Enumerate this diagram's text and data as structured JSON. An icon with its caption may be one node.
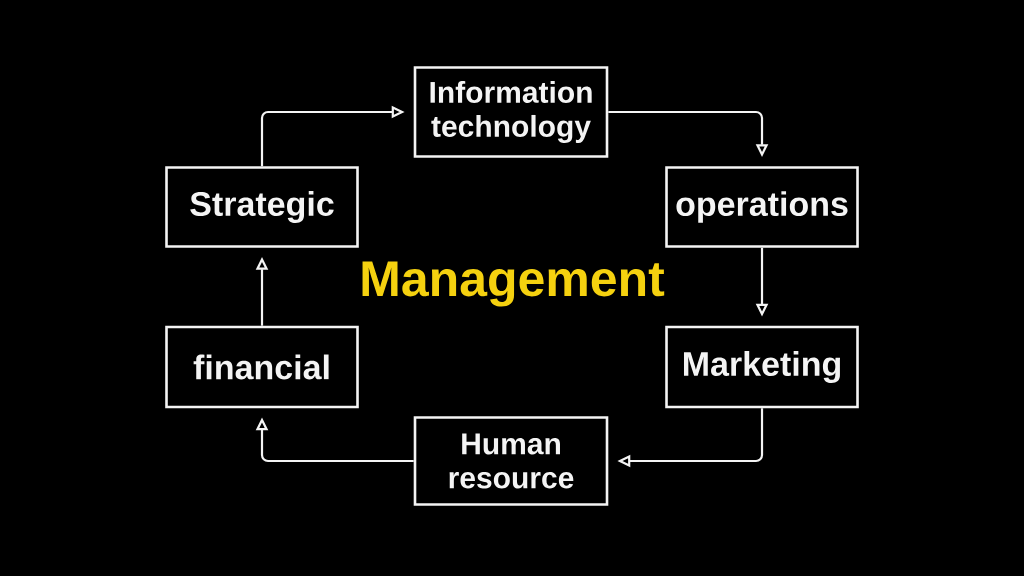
{
  "diagram": {
    "title": "Management",
    "nodes": [
      {
        "text": [
          "Information technology"
        ]
      },
      {
        "text": [
          "Strategic"
        ]
      },
      {
        "text": [
          "operations"
        ]
      },
      {
        "text": [
          "financial"
        ]
      },
      {
        "text": [
          "Marketing"
        ]
      },
      {
        "text": [
          "Human resource"
        ]
      }
    ],
    "edges": [
      {
        "from": 0,
        "to": 2,
        "arrow": "to"
      },
      {
        "from": 2,
        "to": 4,
        "arrow": "to"
      },
      {
        "from": 4,
        "to": 5,
        "arrow": "to"
      },
      {
        "from": 5,
        "to": 3,
        "arrow": "to"
      },
      {
        "from": 3,
        "to": 1,
        "arrow": "to"
      },
      {
        "from": 1,
        "to": 0,
        "arrow": "to"
      }
    ]
  }
}
